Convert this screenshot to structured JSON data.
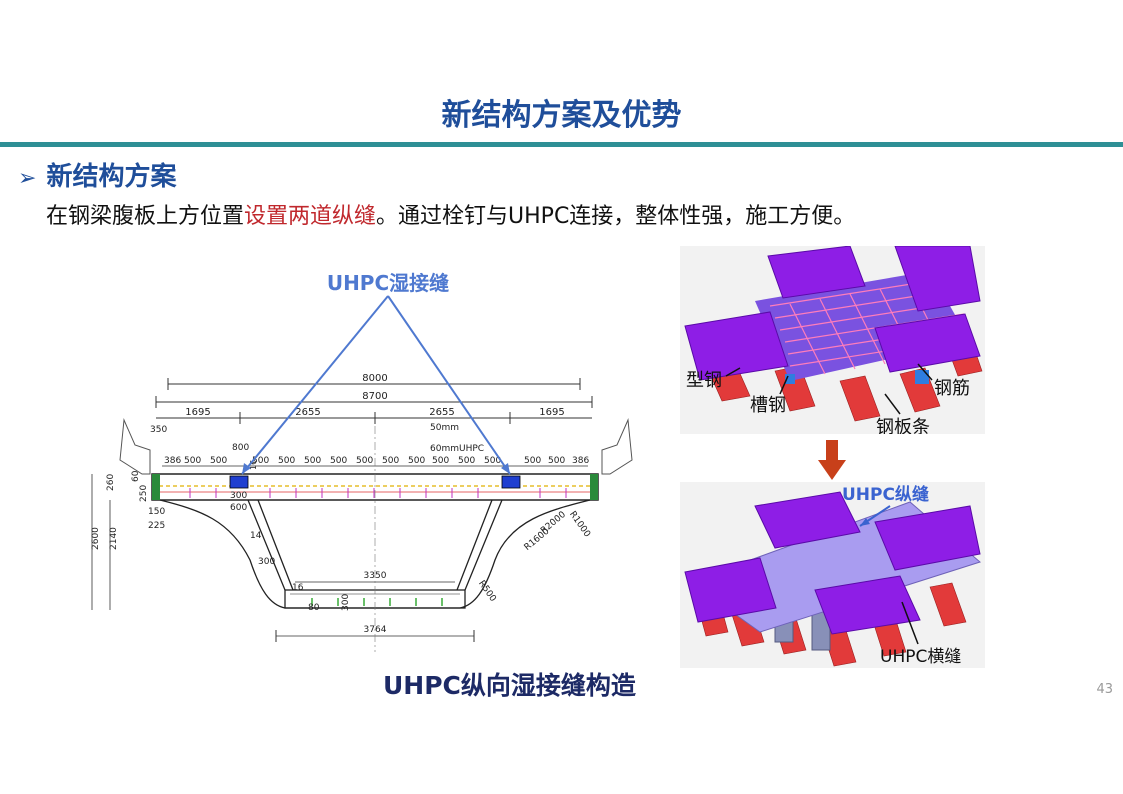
{
  "slide": {
    "title": "新结构方案及优势",
    "section_bullet": "➢",
    "section_title": "新结构方案",
    "desc_pre": "在钢梁腹板上方位置",
    "desc_highlight": "设置两道纵缝",
    "desc_post": "。通过栓钉与UHPC连接，整体性强，施工方便。",
    "caption": "UHPC纵向湿接缝构造",
    "page_number": "43"
  },
  "drawing": {
    "joint_label": "UHPC湿接缝",
    "dims_top": [
      "8000",
      "8700"
    ],
    "dims_row": [
      "1695",
      "2655",
      "2655",
      "1695"
    ],
    "dims_spacing": [
      "386",
      "500",
      "500",
      "500",
      "500",
      "500",
      "500",
      "500",
      "500",
      "500",
      "500",
      "500",
      "500",
      "500",
      "500",
      "386"
    ],
    "note_50": "50mm",
    "note_60": "60mmUHPC",
    "dim_350": "350",
    "dim_800": "800",
    "dim_300": "300",
    "dim_600": "600",
    "dim_260": "260",
    "dim_250": "250",
    "dim_150": "150",
    "dim_225": "225",
    "dim_60": "60",
    "dim_2600": "2600",
    "dim_2140": "2140",
    "dim_3350": "3350",
    "dim_3764": "3764",
    "dim_16a": "16",
    "dim_16b": "16",
    "dim_14": "14",
    "dim_300b": "300",
    "dim_300c": "300",
    "dim_80": "80",
    "r_1000": "R1000",
    "r_2000": "R2000",
    "r_1600": "R1600",
    "r_500": "R500"
  },
  "photo_top": {
    "label_xinggang": "型钢",
    "label_caogang": "槽钢",
    "label_gangjin": "钢筋",
    "label_gangbantiao": "钢板条"
  },
  "photo_bottom": {
    "label_zongfeng": "UHPC纵缝",
    "label_hengfeng": "UHPC横缝"
  },
  "colors": {
    "title_blue": "#1f4e9a",
    "rule_teal": "#2e8f95",
    "highlight_red": "#c0282d",
    "caption_navy": "#1d2a66",
    "slab_purple": "#8e1ee6",
    "girder_red": "#e23a3a",
    "joint_lavender": "#a99cf0",
    "callout_blue": "#4f79d0",
    "arrow_red": "#c8401a"
  }
}
